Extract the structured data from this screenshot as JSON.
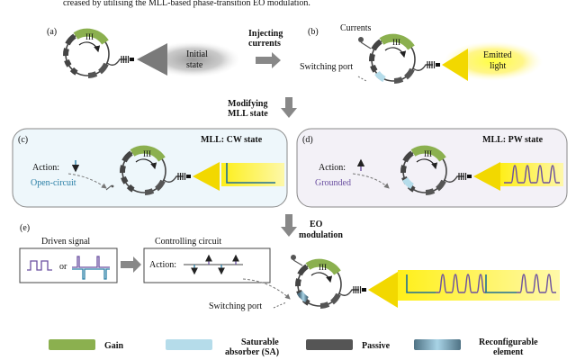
{
  "caption_fragment": "creased by utilising the MLL-based phase-transition EO modulation.",
  "panels": {
    "a": {
      "tag": "(a)",
      "lamp_label_1": "Initial",
      "lamp_label_2": "state",
      "ring_label": "III"
    },
    "b": {
      "tag": "(b)",
      "currents": "Currents",
      "switching_port": "Switching port",
      "lamp_label_1": "Emitted",
      "lamp_label_2": "light",
      "ring_label": "III"
    },
    "c": {
      "tag": "(c)",
      "title": "MLL: CW state",
      "action": "Action:",
      "action_desc": "Open-circuit",
      "ring_label": "III"
    },
    "d": {
      "tag": "(d)",
      "title": "MLL: PW state",
      "action": "Action:",
      "action_desc": "Grounded",
      "ring_label": "III"
    },
    "e": {
      "tag": "(e)",
      "driven_signal": "Driven signal",
      "or_text": "or",
      "controlling_circuit": "Controlling circuit",
      "action": "Action:",
      "switching_port": "Switching port",
      "ring_label": "III"
    }
  },
  "steps": {
    "injecting_1": "Injecting",
    "injecting_2": "currents",
    "modifying_1": "Modifying",
    "modifying_2": "MLL state",
    "eo_1": "EO",
    "eo_2": "modulation"
  },
  "legend": [
    {
      "label_1": "Gain",
      "label_2": "",
      "color": "#8bb04f"
    },
    {
      "label_1": "Saturable",
      "label_2": "absorber (SA)",
      "color": "#b5dcea"
    },
    {
      "label_1": "Passive",
      "label_2": "",
      "color": "#555555"
    },
    {
      "label_1": "Reconfigurable",
      "label_2": "element",
      "color": "#6f8fa0"
    }
  ],
  "colors": {
    "gain": "#8bb04f",
    "sa": "#b5dcea",
    "passive": "#555555",
    "glow": "#ffee00",
    "pulse": "#6a4fa0",
    "cw_trace": "#1f6e94",
    "panel_c_bg": "#eef7fb",
    "panel_d_bg": "#f3f1f7"
  }
}
